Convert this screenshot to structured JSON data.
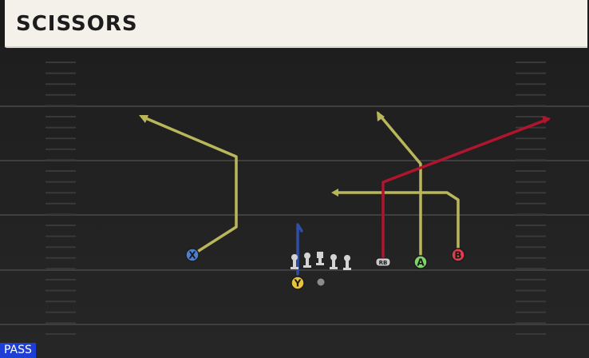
{
  "play": {
    "title": "SCISSORS"
  },
  "mode_badge": {
    "label": "PASS"
  },
  "colors": {
    "field": "#232323",
    "yard_line": "#3f3f3f",
    "hash": "#3a3a3a",
    "route_yellow": "#b9b65b",
    "route_red": "#b0152d",
    "route_blue": "#2f4ea8",
    "lineman": "#d4d4d4"
  },
  "players": [
    {
      "id": "X",
      "label": "X",
      "color": "#4b7fd0"
    },
    {
      "id": "Y",
      "label": "Y",
      "color": "#e9c43b"
    },
    {
      "id": "A",
      "label": "A",
      "color": "#7fd36a"
    },
    {
      "id": "B",
      "label": "B",
      "color": "#e23d4d"
    },
    {
      "id": "RB",
      "label": "RB",
      "color": "#c9c9c9"
    }
  ]
}
